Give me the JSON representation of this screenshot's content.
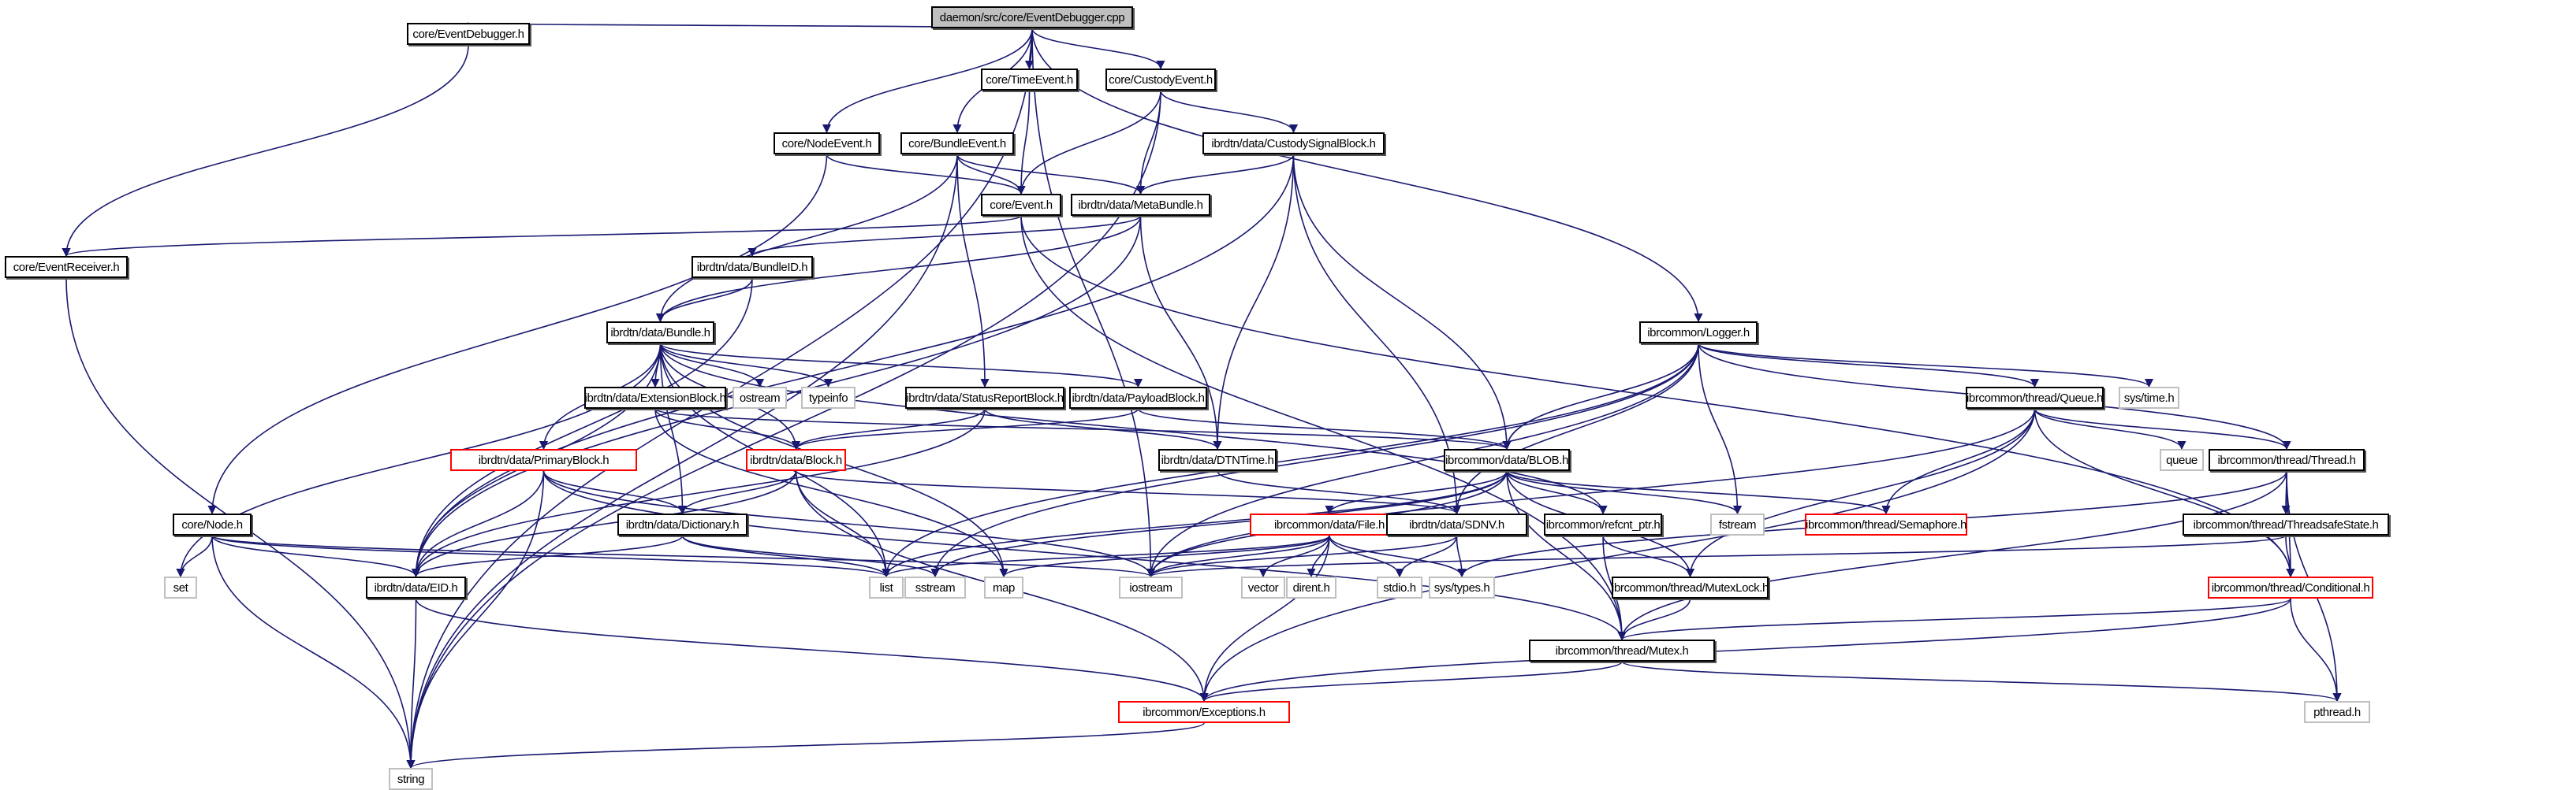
{
  "graph": {
    "title": "daemon/src/core/EventDebugger.cpp include dependency graph",
    "colors": {
      "edge": "#191970",
      "node_border": "#000000",
      "root_fill": "#bfbfbf",
      "truncated_border": "#ff0000",
      "system_border": "#bfbfbf"
    },
    "nodes": [
      {
        "id": "root",
        "label": "daemon/src/core/EventDebugger.cpp",
        "kind": "root"
      },
      {
        "id": "EventDebugger_h",
        "label": "core/EventDebugger.h",
        "kind": "normal"
      },
      {
        "id": "TimeEvent_h",
        "label": "core/TimeEvent.h",
        "kind": "normal"
      },
      {
        "id": "CustodyEvent_h",
        "label": "core/CustodyEvent.h",
        "kind": "normal"
      },
      {
        "id": "NodeEvent_h",
        "label": "core/NodeEvent.h",
        "kind": "normal"
      },
      {
        "id": "BundleEvent_h",
        "label": "core/BundleEvent.h",
        "kind": "normal"
      },
      {
        "id": "CustodySignalBlock_h",
        "label": "ibrdtn/data/CustodySignalBlock.h",
        "kind": "normal"
      },
      {
        "id": "Event_h",
        "label": "core/Event.h",
        "kind": "normal"
      },
      {
        "id": "MetaBundle_h",
        "label": "ibrdtn/data/MetaBundle.h",
        "kind": "normal"
      },
      {
        "id": "EventReceiver_h",
        "label": "core/EventReceiver.h",
        "kind": "normal"
      },
      {
        "id": "BundleID_h",
        "label": "ibrdtn/data/BundleID.h",
        "kind": "normal"
      },
      {
        "id": "Bundle_h",
        "label": "ibrdtn/data/Bundle.h",
        "kind": "normal"
      },
      {
        "id": "Logger_h",
        "label": "ibrcommon/Logger.h",
        "kind": "normal"
      },
      {
        "id": "ExtensionBlock_h",
        "label": "ibrdtn/data/ExtensionBlock.h",
        "kind": "normal"
      },
      {
        "id": "ostream",
        "label": "ostream",
        "kind": "system"
      },
      {
        "id": "typeinfo",
        "label": "typeinfo",
        "kind": "system"
      },
      {
        "id": "StatusReportBlock_h",
        "label": "ibrdtn/data/StatusReportBlock.h",
        "kind": "normal"
      },
      {
        "id": "PayloadBlock_h",
        "label": "ibrdtn/data/PayloadBlock.h",
        "kind": "normal"
      },
      {
        "id": "Queue_h",
        "label": "ibrcommon/thread/Queue.h",
        "kind": "normal"
      },
      {
        "id": "sys_time_h",
        "label": "sys/time.h",
        "kind": "system"
      },
      {
        "id": "PrimaryBlock_h",
        "label": "ibrdtn/data/PrimaryBlock.h",
        "kind": "truncated"
      },
      {
        "id": "Block_h",
        "label": "ibrdtn/data/Block.h",
        "kind": "truncated"
      },
      {
        "id": "DTNTime_h",
        "label": "ibrdtn/data/DTNTime.h",
        "kind": "normal"
      },
      {
        "id": "BLOB_h",
        "label": "ibrcommon/data/BLOB.h",
        "kind": "normal"
      },
      {
        "id": "queue",
        "label": "queue",
        "kind": "system"
      },
      {
        "id": "Thread_h",
        "label": "ibrcommon/thread/Thread.h",
        "kind": "normal"
      },
      {
        "id": "Node_h",
        "label": "core/Node.h",
        "kind": "normal"
      },
      {
        "id": "Dictionary_h",
        "label": "ibrdtn/data/Dictionary.h",
        "kind": "normal"
      },
      {
        "id": "File_h",
        "label": "ibrcommon/data/File.h",
        "kind": "truncated"
      },
      {
        "id": "SDNV_h",
        "label": "ibrdtn/data/SDNV.h",
        "kind": "normal"
      },
      {
        "id": "refcnt_ptr_h",
        "label": "ibrcommon/refcnt_ptr.h",
        "kind": "normal"
      },
      {
        "id": "fstream",
        "label": "fstream",
        "kind": "system"
      },
      {
        "id": "Semaphore_h",
        "label": "ibrcommon/thread/Semaphore.h",
        "kind": "truncated"
      },
      {
        "id": "ThreadsafeState_h",
        "label": "ibrcommon/thread/ThreadsafeState.h",
        "kind": "normal"
      },
      {
        "id": "set",
        "label": "set",
        "kind": "system"
      },
      {
        "id": "EID_h",
        "label": "ibrdtn/data/EID.h",
        "kind": "normal"
      },
      {
        "id": "list",
        "label": "list",
        "kind": "system"
      },
      {
        "id": "sstream",
        "label": "sstream",
        "kind": "system"
      },
      {
        "id": "map",
        "label": "map",
        "kind": "system"
      },
      {
        "id": "iostream",
        "label": "iostream",
        "kind": "system"
      },
      {
        "id": "vector",
        "label": "vector",
        "kind": "system"
      },
      {
        "id": "dirent_h",
        "label": "dirent.h",
        "kind": "system"
      },
      {
        "id": "stdio_h",
        "label": "stdio.h",
        "kind": "system"
      },
      {
        "id": "sys_types_h",
        "label": "sys/types.h",
        "kind": "system"
      },
      {
        "id": "MutexLock_h",
        "label": "ibrcommon/thread/MutexLock.h",
        "kind": "normal"
      },
      {
        "id": "Conditional_h",
        "label": "ibrcommon/thread/Conditional.h",
        "kind": "truncated"
      },
      {
        "id": "Mutex_h",
        "label": "ibrcommon/thread/Mutex.h",
        "kind": "normal"
      },
      {
        "id": "Exceptions_h",
        "label": "ibrcommon/Exceptions.h",
        "kind": "truncated"
      },
      {
        "id": "pthread_h",
        "label": "pthread.h",
        "kind": "system"
      },
      {
        "id": "string",
        "label": "string",
        "kind": "system"
      }
    ],
    "edges": [
      [
        "root",
        "EventDebugger_h"
      ],
      [
        "root",
        "TimeEvent_h"
      ],
      [
        "root",
        "CustodyEvent_h"
      ],
      [
        "root",
        "NodeEvent_h"
      ],
      [
        "root",
        "BundleEvent_h"
      ],
      [
        "root",
        "Logger_h"
      ],
      [
        "root",
        "iostream"
      ],
      [
        "root",
        "string"
      ],
      [
        "EventDebugger_h",
        "EventReceiver_h"
      ],
      [
        "TimeEvent_h",
        "Event_h"
      ],
      [
        "CustodyEvent_h",
        "Event_h"
      ],
      [
        "CustodyEvent_h",
        "MetaBundle_h"
      ],
      [
        "CustodyEvent_h",
        "CustodySignalBlock_h"
      ],
      [
        "CustodyEvent_h",
        "string"
      ],
      [
        "NodeEvent_h",
        "Event_h"
      ],
      [
        "NodeEvent_h",
        "Node_h"
      ],
      [
        "BundleEvent_h",
        "Event_h"
      ],
      [
        "BundleEvent_h",
        "MetaBundle_h"
      ],
      [
        "BundleEvent_h",
        "Bundle_h"
      ],
      [
        "BundleEvent_h",
        "StatusReportBlock_h"
      ],
      [
        "BundleEvent_h",
        "string"
      ],
      [
        "CustodySignalBlock_h",
        "MetaBundle_h"
      ],
      [
        "CustodySignalBlock_h",
        "EID_h"
      ],
      [
        "CustodySignalBlock_h",
        "DTNTime_h"
      ],
      [
        "CustodySignalBlock_h",
        "BLOB_h"
      ],
      [
        "CustodySignalBlock_h",
        "SDNV_h"
      ],
      [
        "Event_h",
        "EventReceiver_h"
      ],
      [
        "Event_h",
        "Conditional_h"
      ],
      [
        "Event_h",
        "Mutex_h"
      ],
      [
        "MetaBundle_h",
        "BundleID_h"
      ],
      [
        "MetaBundle_h",
        "Bundle_h"
      ],
      [
        "MetaBundle_h",
        "EID_h"
      ],
      [
        "MetaBundle_h",
        "DTNTime_h"
      ],
      [
        "EventReceiver_h",
        "string"
      ],
      [
        "BundleID_h",
        "Bundle_h"
      ],
      [
        "BundleID_h",
        "EID_h"
      ],
      [
        "Bundle_h",
        "ExtensionBlock_h"
      ],
      [
        "Bundle_h",
        "ostream"
      ],
      [
        "Bundle_h",
        "typeinfo"
      ],
      [
        "Bundle_h",
        "PayloadBlock_h"
      ],
      [
        "Bundle_h",
        "PrimaryBlock_h"
      ],
      [
        "Bundle_h",
        "Block_h"
      ],
      [
        "Bundle_h",
        "EID_h"
      ],
      [
        "Bundle_h",
        "Dictionary_h"
      ],
      [
        "Bundle_h",
        "set"
      ],
      [
        "Bundle_h",
        "list"
      ],
      [
        "Bundle_h",
        "map"
      ],
      [
        "Bundle_h",
        "refcnt_ptr_h"
      ],
      [
        "Logger_h",
        "Queue_h"
      ],
      [
        "Logger_h",
        "sys_time_h"
      ],
      [
        "Logger_h",
        "Thread_h"
      ],
      [
        "Logger_h",
        "BLOB_h"
      ],
      [
        "Logger_h",
        "SDNV_h"
      ],
      [
        "Logger_h",
        "fstream"
      ],
      [
        "Logger_h",
        "list"
      ],
      [
        "Logger_h",
        "sstream"
      ],
      [
        "Logger_h",
        "iostream"
      ],
      [
        "ExtensionBlock_h",
        "Block_h"
      ],
      [
        "ExtensionBlock_h",
        "BLOB_h"
      ],
      [
        "ExtensionBlock_h",
        "map"
      ],
      [
        "StatusReportBlock_h",
        "Block_h"
      ],
      [
        "StatusReportBlock_h",
        "DTNTime_h"
      ],
      [
        "StatusReportBlock_h",
        "EID_h"
      ],
      [
        "PayloadBlock_h",
        "Block_h"
      ],
      [
        "PayloadBlock_h",
        "BLOB_h"
      ],
      [
        "Queue_h",
        "Semaphore_h"
      ],
      [
        "Queue_h",
        "queue"
      ],
      [
        "Queue_h",
        "Thread_h"
      ],
      [
        "Queue_h",
        "Conditional_h"
      ],
      [
        "Queue_h",
        "MutexLock_h"
      ],
      [
        "Queue_h",
        "Exceptions_h"
      ],
      [
        "Queue_h",
        "iostream"
      ],
      [
        "PrimaryBlock_h",
        "Dictionary_h"
      ],
      [
        "PrimaryBlock_h",
        "EID_h"
      ],
      [
        "PrimaryBlock_h",
        "string"
      ],
      [
        "PrimaryBlock_h",
        "iostream"
      ],
      [
        "PrimaryBlock_h",
        "Mutex_h"
      ],
      [
        "Block_h",
        "Dictionary_h"
      ],
      [
        "Block_h",
        "EID_h"
      ],
      [
        "Block_h",
        "list"
      ],
      [
        "Block_h",
        "SDNV_h"
      ],
      [
        "Block_h",
        "Exceptions_h"
      ],
      [
        "DTNTime_h",
        "SDNV_h"
      ],
      [
        "BLOB_h",
        "File_h"
      ],
      [
        "BLOB_h",
        "refcnt_ptr_h"
      ],
      [
        "BLOB_h",
        "fstream"
      ],
      [
        "BLOB_h",
        "Semaphore_h"
      ],
      [
        "BLOB_h",
        "MutexLock_h"
      ],
      [
        "BLOB_h",
        "Mutex_h"
      ],
      [
        "BLOB_h",
        "iostream"
      ],
      [
        "BLOB_h",
        "sstream"
      ],
      [
        "BLOB_h",
        "list"
      ],
      [
        "Thread_h",
        "ThreadsafeState_h"
      ],
      [
        "Thread_h",
        "Conditional_h"
      ],
      [
        "Thread_h",
        "pthread_h"
      ],
      [
        "Thread_h",
        "sys_types_h"
      ],
      [
        "Thread_h",
        "Mutex_h"
      ],
      [
        "Node_h",
        "set"
      ],
      [
        "Node_h",
        "EID_h"
      ],
      [
        "Node_h",
        "string"
      ],
      [
        "Node_h",
        "list"
      ],
      [
        "Node_h",
        "iostream"
      ],
      [
        "Dictionary_h",
        "EID_h"
      ],
      [
        "Dictionary_h",
        "list"
      ],
      [
        "Dictionary_h",
        "sstream"
      ],
      [
        "File_h",
        "iostream"
      ],
      [
        "File_h",
        "vector"
      ],
      [
        "File_h",
        "dirent_h"
      ],
      [
        "File_h",
        "stdio_h"
      ],
      [
        "File_h",
        "sys_types_h"
      ],
      [
        "File_h",
        "Exceptions_h"
      ],
      [
        "File_h",
        "list"
      ],
      [
        "File_h",
        "map"
      ],
      [
        "SDNV_h",
        "stdio_h"
      ],
      [
        "SDNV_h",
        "sys_types_h"
      ],
      [
        "SDNV_h",
        "iostream"
      ],
      [
        "refcnt_ptr_h",
        "MutexLock_h"
      ],
      [
        "refcnt_ptr_h",
        "Mutex_h"
      ],
      [
        "ThreadsafeState_h",
        "Conditional_h"
      ],
      [
        "ThreadsafeState_h",
        "iostream"
      ],
      [
        "EID_h",
        "string"
      ],
      [
        "EID_h",
        "Exceptions_h"
      ],
      [
        "MutexLock_h",
        "Mutex_h"
      ],
      [
        "Conditional_h",
        "Mutex_h"
      ],
      [
        "Conditional_h",
        "pthread_h"
      ],
      [
        "Conditional_h",
        "Exceptions_h"
      ],
      [
        "Mutex_h",
        "pthread_h"
      ],
      [
        "Mutex_h",
        "Exceptions_h"
      ],
      [
        "Exceptions_h",
        "string"
      ]
    ]
  }
}
